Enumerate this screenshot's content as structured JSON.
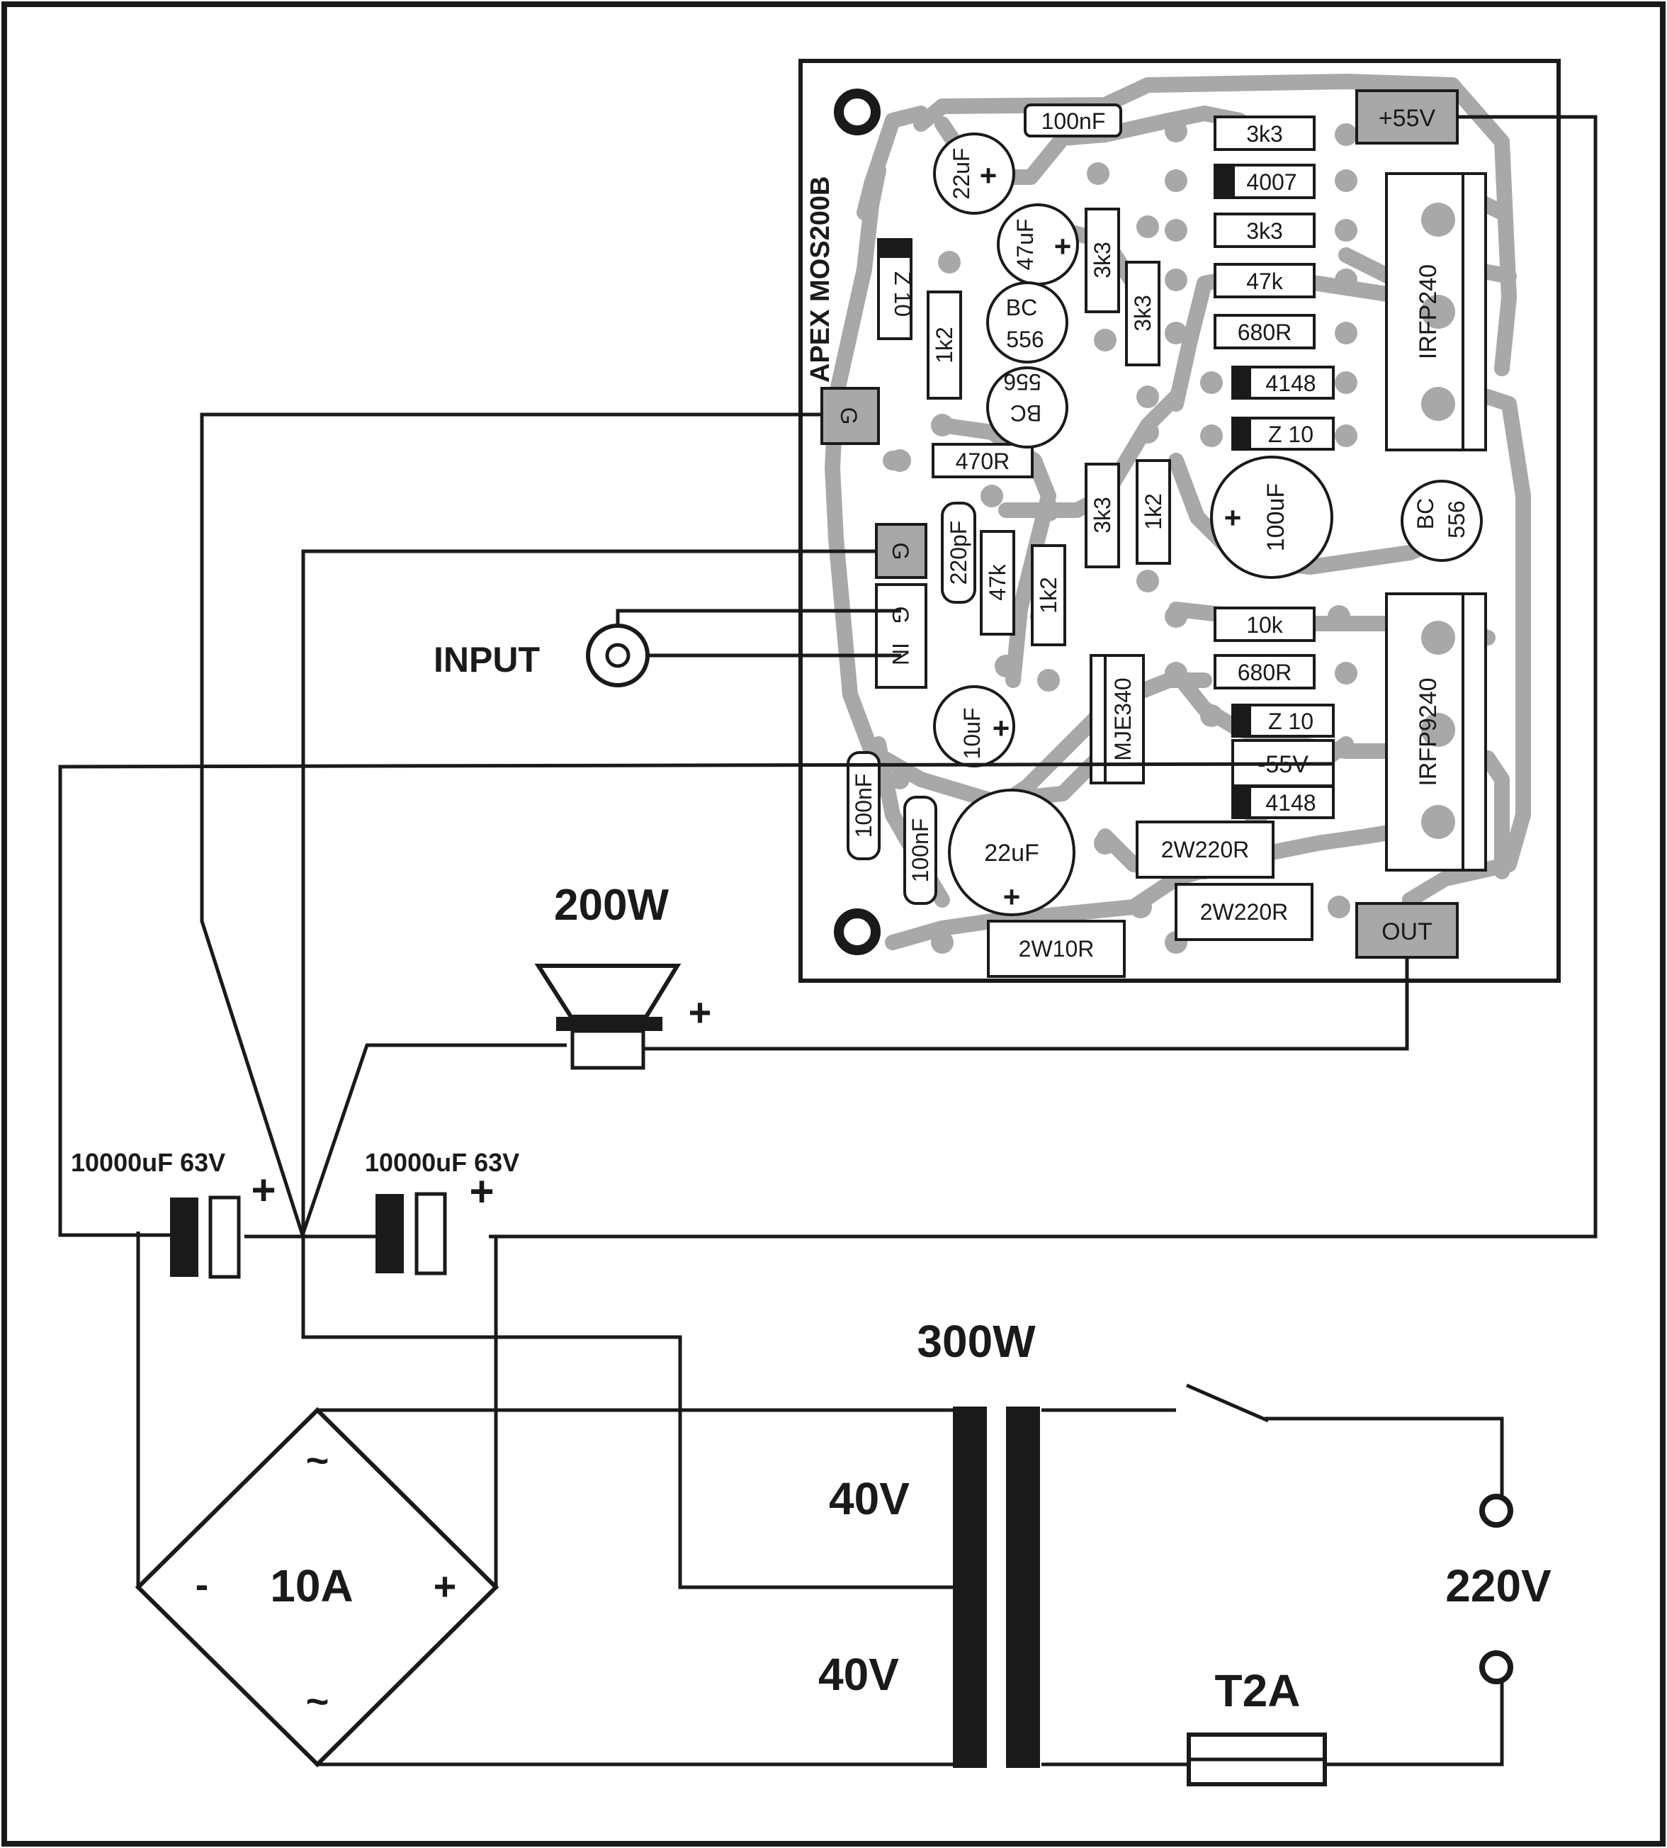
{
  "board": {
    "name": "APEX MOS200B",
    "terminals": {
      "supply_pos": "+55V",
      "supply_neg": "-55V",
      "out": "OUT",
      "gnd": "G",
      "in": "IN"
    },
    "components": {
      "c100nf_top": "100nF",
      "c22uf_top": "22uF",
      "c47uf": "47uF",
      "zener_left": "Z 10",
      "r1k2_a": "1k2",
      "bc556_a_line1": "BC",
      "bc556_a_line2": "556",
      "bc556_b_line1": "BC",
      "bc556_b_line2": "556",
      "r3k3_a": "3k3",
      "r3k3_b": "3k3",
      "r3k3_c": "3k3",
      "r3k3_d": "3k3",
      "r3k3_e": "3k3",
      "d4007": "4007",
      "r47k_a": "47k",
      "r680r_a": "680R",
      "d4148_a": "4148",
      "zener_a": "Z 10",
      "c100uf": "100uF",
      "irfp240": "IRFP240",
      "bc556_c_line1": "BC",
      "bc556_c_line2": "556",
      "r470r": "470R",
      "c220pf": "220pF",
      "r47k_b": "47k",
      "r1k2_b": "1k2",
      "r1k2_c": "1k2",
      "r10k": "10k",
      "r680r_b": "680R",
      "zener_b": "Z 10",
      "d4148_b": "4148",
      "mje340": "MJE340",
      "irfp9240": "IRFP9240",
      "c10uf": "10uF",
      "c100nf_b": "100nF",
      "c100nf_c": "100nF",
      "c22uf_b": "22uF",
      "r2w220_a": "2W220R",
      "r2w220_b": "2W220R",
      "r2w10": "2W10R"
    }
  },
  "labels": {
    "input": "INPUT",
    "speaker_power": "200W",
    "plus": "+",
    "minus": "-",
    "cap_left": "10000uF 63V",
    "cap_right": "10000uF 63V",
    "transformer_power": "300W",
    "sec_top": "40V",
    "sec_bottom": "40V",
    "bridge": "10A",
    "tilde": "~",
    "fuse": "T2A",
    "mains": "220V"
  }
}
